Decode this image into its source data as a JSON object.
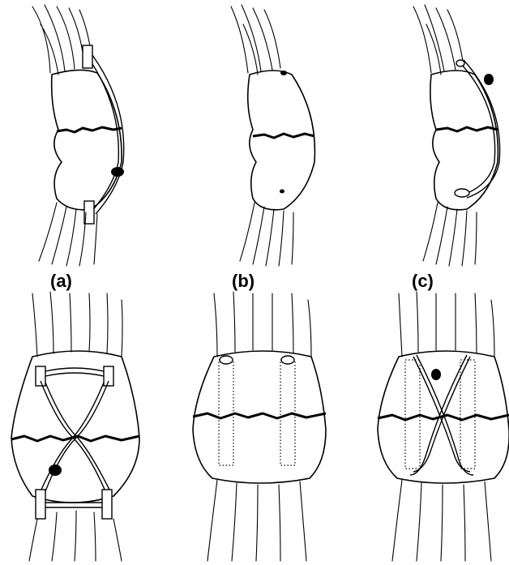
{
  "panels": [
    {
      "id": "a",
      "label": "(a)"
    },
    {
      "id": "b",
      "label": "(b)"
    },
    {
      "id": "c",
      "label": "(c)"
    }
  ]
}
